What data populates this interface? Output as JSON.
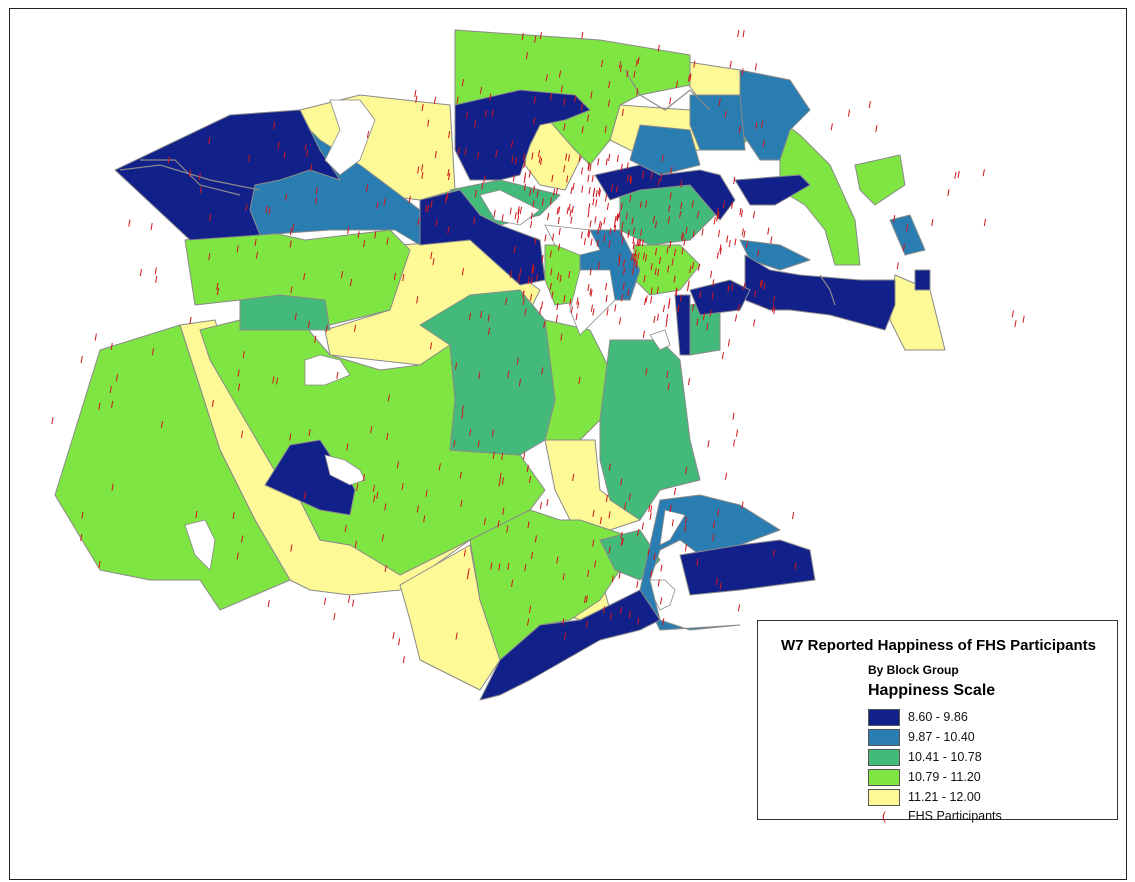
{
  "legend": {
    "title": "W7 Reported Happiness of FHS Participants",
    "subtitle": "By Block Group",
    "scale_title": "Happiness Scale",
    "classes": [
      {
        "label": "8.60 - 9.86",
        "color": "#12218a"
      },
      {
        "label": "9.87 - 10.40",
        "color": "#2a7db0"
      },
      {
        "label": "10.41 - 10.78",
        "color": "#43b97a"
      },
      {
        "label": "10.79 - 11.20",
        "color": "#7fe542"
      },
      {
        "label": "11.21 - 12.00",
        "color": "#fcf996"
      }
    ],
    "points_label": "FHS Participants",
    "points_color": "#d0161b"
  }
}
